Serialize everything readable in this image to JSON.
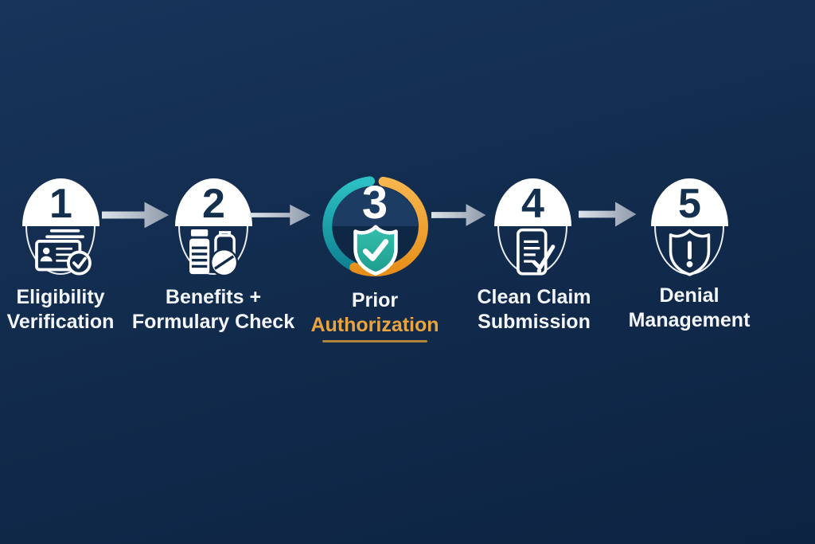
{
  "diagram": {
    "type": "process-flow",
    "background_color": "#122c4e",
    "colors": {
      "ring_teal": "#1ba7ad",
      "ring_orange": "#f0a63a",
      "shield_teal": "#29b2a0",
      "label_text": "#f3f6fa",
      "highlight_text": "#eaa43e",
      "underline": "#b08438",
      "arrow_gray": "#aab4c2",
      "number_navy": "#13304f",
      "circle_white": "#ffffff"
    },
    "arrow": {
      "count": 4,
      "direction": "right"
    },
    "highlighted_step": "3",
    "steps": [
      {
        "number": "1",
        "label_line1": "Eligibility",
        "label_line2": "Verification",
        "icon": "id-card-check-icon",
        "highlighted": false
      },
      {
        "number": "2",
        "label_line1": "Benefits +",
        "label_line2": "Formulary Check",
        "icon": "medication-bottle-pill-icon",
        "highlighted": false
      },
      {
        "number": "3",
        "label_line1": "Prior",
        "label_line2": "Authorization",
        "icon": "shield-check-icon",
        "highlighted": true
      },
      {
        "number": "4",
        "label_line1": "Clean Claim",
        "label_line2": "Submission",
        "icon": "document-check-icon",
        "highlighted": false
      },
      {
        "number": "5",
        "label_line1": "Denial",
        "label_line2": "Management",
        "icon": "shield-alert-icon",
        "highlighted": false
      }
    ]
  }
}
